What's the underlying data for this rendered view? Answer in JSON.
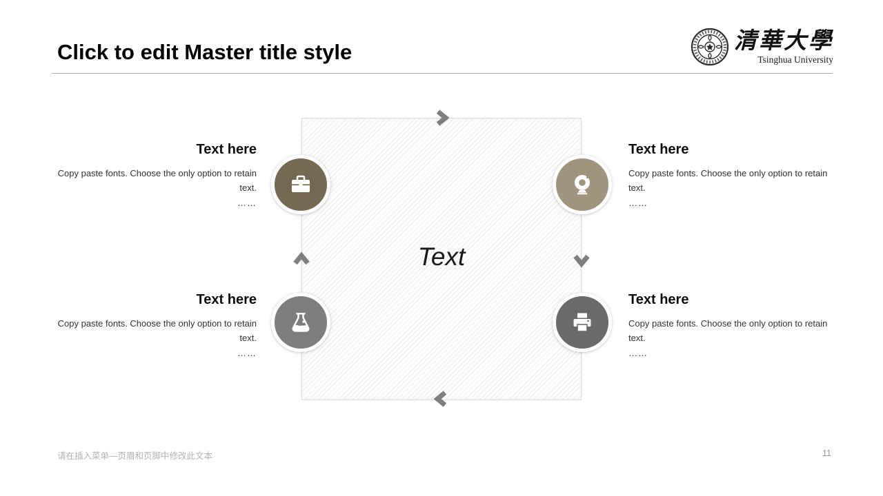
{
  "slide": {
    "title": "Click to edit Master title style",
    "footer_text": "请在插入菜单—页眉和页脚中修改此文本",
    "page_number": "11"
  },
  "logo": {
    "seal_icon": "tsinghua-seal-icon",
    "name_cn": "清華大學",
    "name_en": "Tsinghua University"
  },
  "diagram": {
    "center_label": "Text",
    "arrow_color": "#7f7f7f",
    "square_border_color": "#d9d9d9",
    "items": [
      {
        "icon": "briefcase-icon",
        "color": "#756a51",
        "heading": "Text here",
        "body": "Copy paste fonts. Choose the only option to retain text.",
        "ellipsis": "……"
      },
      {
        "icon": "webcam-icon",
        "color": "#a2947c",
        "heading": "Text here",
        "body": "Copy paste fonts. Choose the only option to retain text.",
        "ellipsis": "……"
      },
      {
        "icon": "flask-icon",
        "color": "#7d7d7d",
        "heading": "Text here",
        "body": "Copy paste fonts. Choose the only option to retain text.",
        "ellipsis": "……"
      },
      {
        "icon": "printer-icon",
        "color": "#6a6a6a",
        "heading": "Text here",
        "body": "Copy paste fonts. Choose the only option to retain text.",
        "ellipsis": "……"
      }
    ]
  }
}
